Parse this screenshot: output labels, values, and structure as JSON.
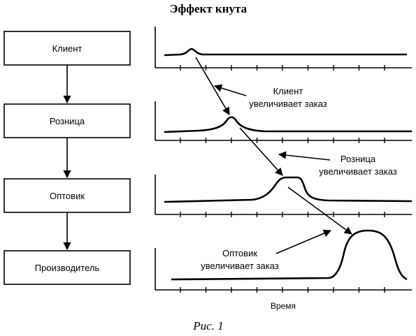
{
  "title": "Эффект кнута",
  "chain": {
    "stages": [
      {
        "label": "Клиент"
      },
      {
        "label": "Розница"
      },
      {
        "label": "Оптовик"
      },
      {
        "label": "Производитель"
      }
    ]
  },
  "annotations": [
    {
      "line1": "Клиент",
      "line2": "увеличивает заказ"
    },
    {
      "line1": "Розница",
      "line2": "увеличивает заказ"
    },
    {
      "line1": "Оптовик",
      "line2": "увеличивает заказ"
    }
  ],
  "xlabel": "Время",
  "caption": "Рис. 1"
}
